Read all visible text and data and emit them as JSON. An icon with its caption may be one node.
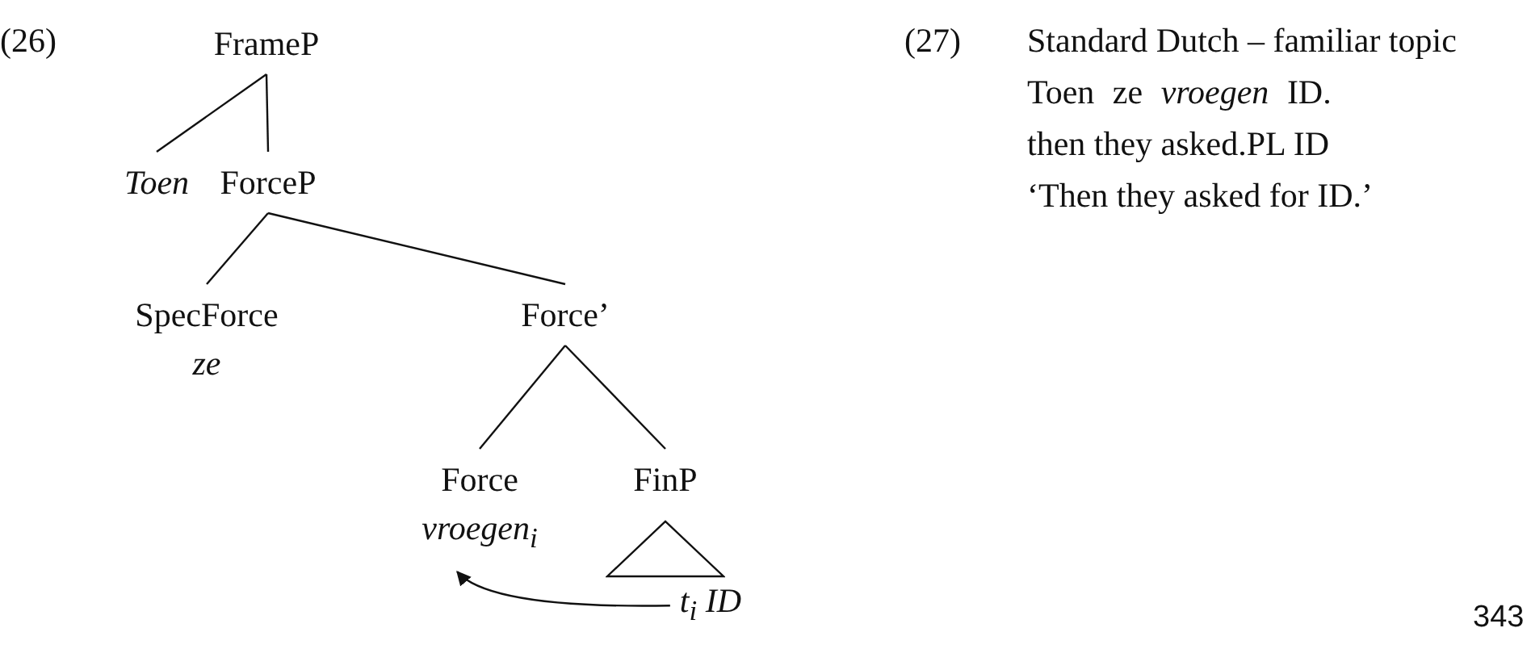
{
  "diagram": {
    "nodes": [
      {
        "text": [
          "FrameP"
        ]
      },
      {
        "text": [
          "Toen"
        ]
      },
      {
        "text": [
          "ForceP"
        ]
      },
      {
        "text": [
          "SpecForce",
          "ze"
        ]
      },
      {
        "text": [
          "Force’"
        ]
      },
      {
        "text": [
          "Force",
          "vroegen$_{i}$"
        ]
      },
      {
        "text": [
          "FinP"
        ]
      },
      {
        "text": [],
        "shape": "triangle"
      },
      {
        "text": [
          "t$_{i}$ ID"
        ]
      }
    ],
    "edges": [
      {
        "from": 0,
        "to": 1,
        "arrow": "none"
      },
      {
        "from": 0,
        "to": 2,
        "arrow": "none"
      },
      {
        "from": 2,
        "to": 3,
        "arrow": "none"
      },
      {
        "from": 2,
        "to": 4,
        "arrow": "none"
      },
      {
        "from": 4,
        "to": 5,
        "arrow": "none"
      },
      {
        "from": 4,
        "to": 6,
        "arrow": "none"
      },
      {
        "from": 8,
        "to": 5,
        "arrow": "to"
      }
    ],
    "labels": [
      "(26)",
      "(27)",
      "Standard Dutch – familiar topic",
      "Toen ze *vroegen* ID.",
      "then they asked.PL ID",
      "‘Then they asked for ID.’",
      "343"
    ]
  }
}
